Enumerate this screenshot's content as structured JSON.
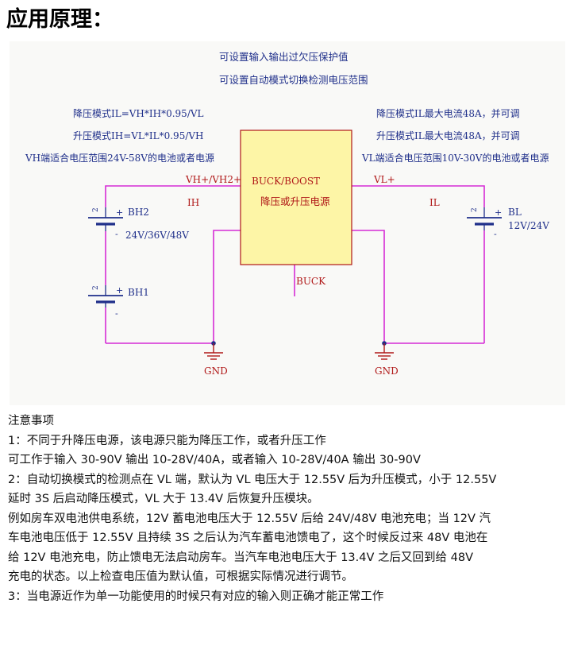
{
  "page_title": "应用原理：",
  "diagram": {
    "top_note_1": "可设置输入输出过欠压保护值",
    "top_note_2": "可设置自动模式切换检测电压范围",
    "left_formula_buck": "降压模式IL=VH*IH*0.95/VL",
    "left_formula_boost": "升压模式IH=VL*IL*0.95/VH",
    "left_range": "VH端适合电压范围24V-58V的电池或者电源",
    "right_buck_max": "降压模式IL最大电流48A，并可调",
    "right_boost_max": "升压模式IL最大电流48A，并可调",
    "right_range": "VL端适合电压范围10V-30V的电池或者电源",
    "box_title": "BUCK/BOOST",
    "box_subtitle": "降压或升压电源",
    "pin_vh": "VH+/VH2+",
    "pin_vl": "VL+",
    "pin_buck": "BUCK",
    "label_ih": "IH",
    "label_il": "IL",
    "bh2_name": "BH2",
    "bh2_voltage": "24V/36V/48V",
    "bh1_name": "BH1",
    "bl_name": "BL",
    "bl_voltage": "12V/24V",
    "gnd_left": "GND",
    "gnd_right": "GND",
    "pin2": "2",
    "plus": "+",
    "minus": "-",
    "colors": {
      "wire": "#d62cd6",
      "text": "#1f2f8a",
      "box_fill": "#fdf5a6",
      "box_stroke": "#b01818",
      "box_text": "#b01818",
      "battery": "#1f2f8a",
      "gnd": "#b01818"
    }
  },
  "notes": {
    "heading": "注意事项",
    "line1": "1：不同于升降压电源，该电源只能为降压工作，或者升压工作",
    "line2": "可工作于输入 30-90V 输出 10-28V/40A，或者输入 10-28V/40A 输出 30-90V",
    "line3": "2：自动切换模式的检测点在 VL 端，默认为 VL 电压大于 12.55V 后为升压模式，小于 12.55V",
    "line4": "延时 3S 后启动降压模式，VL 大于 13.4V 后恢复升压模块。",
    "line5": "例如房车双电池供电系统，12V 蓄电池电压大于 12.55V 后给 24V/48V 电池充电；当 12V 汽",
    "line6": "车电池电压低于 12.55V 且持续 3S 之后认为汽车蓄电池馈电了，这个时候反过来 48V 电池在",
    "line7": "给 12V 电池充电，防止馈电无法启动房车。当汽车电池电压大于 13.4V 之后又回到给 48V",
    "line8": "充电的状态。以上检查电压值为默认值，可根据实际情况进行调节。",
    "line9": "3：当电源近作为单一功能使用的时候只有对应的输入则正确才能正常工作"
  }
}
